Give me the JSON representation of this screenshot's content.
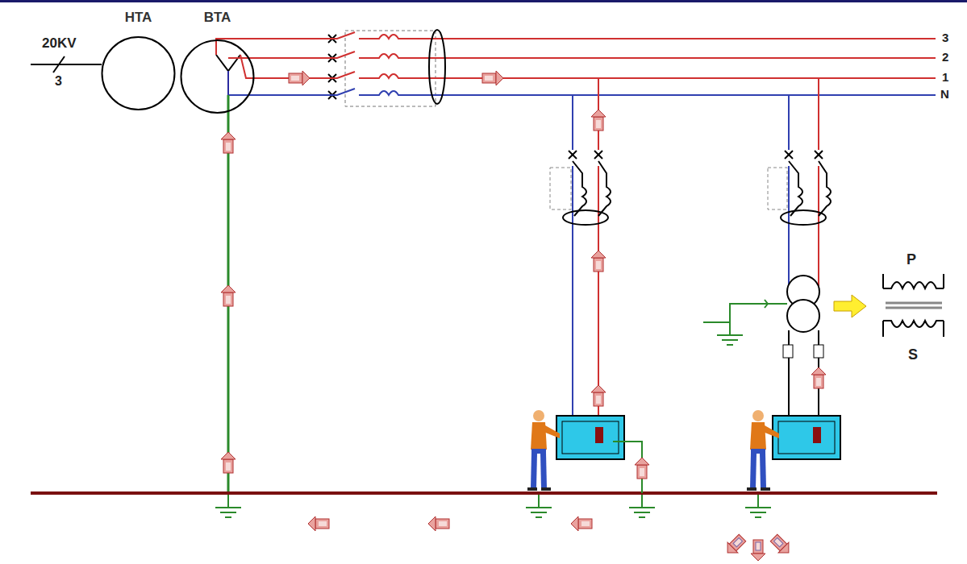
{
  "diagram": {
    "nodes": [
      {
        "text": [
          "HTA"
        ]
      },
      {
        "text": [
          "BTA"
        ]
      }
    ],
    "labels": [
      "20KV",
      "3",
      "3",
      "2",
      "1",
      "N",
      "P",
      "S"
    ]
  }
}
